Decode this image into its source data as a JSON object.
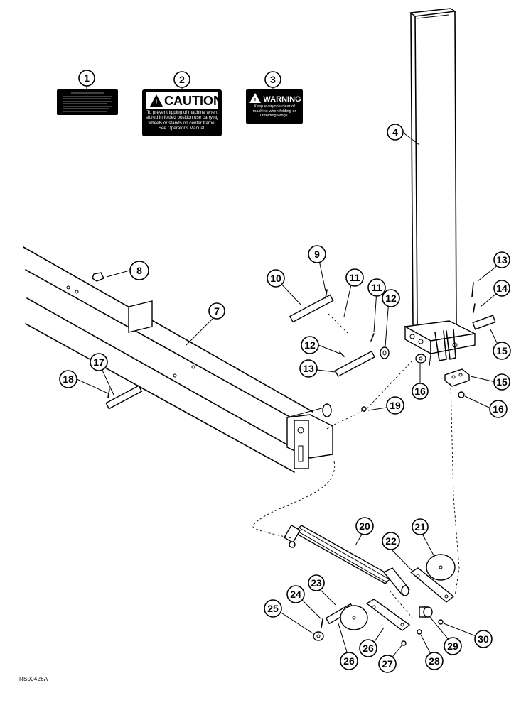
{
  "figure_ref": "RS00426A",
  "decals": {
    "caution": {
      "heading": "CAUTION",
      "text": "To prevent tipping of machine when stored in folded position use carrying wheels or stands on center frame. See Operator's Manual."
    },
    "warning": {
      "heading": "WARNING",
      "text": "Keep everyone clear of machine when folding or unfolding wings."
    }
  },
  "callouts": [
    "1",
    "2",
    "3",
    "4",
    "7",
    "8",
    "9",
    "10",
    "11",
    "11",
    "12",
    "12",
    "13",
    "13",
    "14",
    "15",
    "15",
    "16",
    "16",
    "17",
    "18",
    "19",
    "20",
    "21",
    "22",
    "23",
    "24",
    "25",
    "26",
    "26",
    "27",
    "28",
    "29",
    "30"
  ]
}
